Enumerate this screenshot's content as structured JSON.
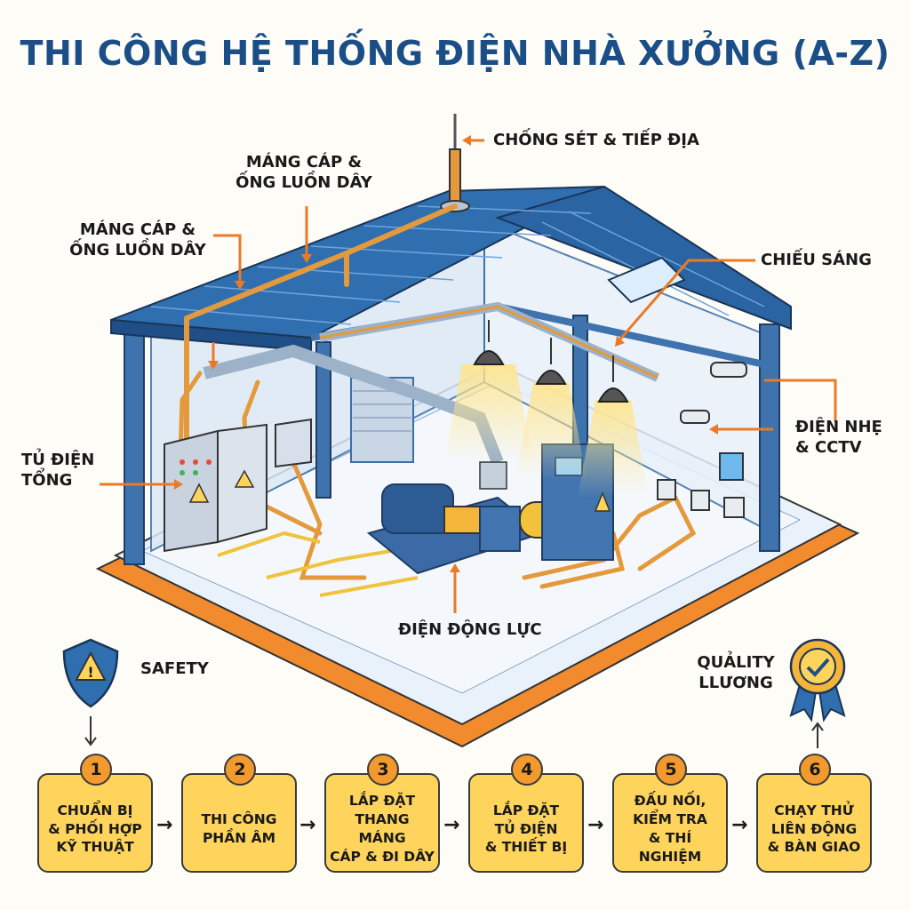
{
  "title": "THI CÔNG HỆ THỐNG ĐIỆN NHÀ XƯỞNG (A-Z)",
  "labels": {
    "lightning": "CHỐNG SÉT & TIẾP ĐỊA",
    "tray_top_1": "MÁNG CÁP &",
    "tray_top_2": "ỐNG LUỒN DÂY",
    "tray_left_1": "MÁNG CÁP &",
    "tray_left_2": "ỐNG LUỒN DÂY",
    "lighting": "CHIẾU SÁNG",
    "panel_1": "TỦ ĐIỆN",
    "panel_2": "TỔNG",
    "lowvolt_1": "ĐIỆN NHẸ",
    "lowvolt_2": "& CCTV",
    "power": "ĐIỆN ĐỘNG LỰC",
    "safety": "SAFETY",
    "quality_1": "QUẢLITY",
    "quality_2": "LLƯƠNG"
  },
  "steps": [
    {
      "num": "1",
      "text": "CHUẨN BỊ\n& PHỐI HỢP\nKỸ THUẬT"
    },
    {
      "num": "2",
      "text": "THI CÔNG\nPHẦN ÂM"
    },
    {
      "num": "3",
      "text": "LẮP ĐẶT\nTHANG MÁNG\nCÁP & ĐI DÂY"
    },
    {
      "num": "4",
      "text": "LẮP ĐẶT\nTỦ ĐIỆN\n& THIẾT BỊ"
    },
    {
      "num": "5",
      "text": "ĐẤU NỐI,\nKIỂM TRA\n& THÍ NGHIỆM"
    },
    {
      "num": "6",
      "text": "CHẠY THỬ\nLIÊN ĐỘNG\n& BÀN GIAO"
    }
  ],
  "colors": {
    "roof": "#2f6fb0",
    "frame": "#3b6ea8",
    "floor": "#eaf2fa",
    "base": "#f28a2e",
    "conduit": "#e49a3c",
    "leader": "#ea7a26",
    "step_fill": "#ffd45c"
  }
}
